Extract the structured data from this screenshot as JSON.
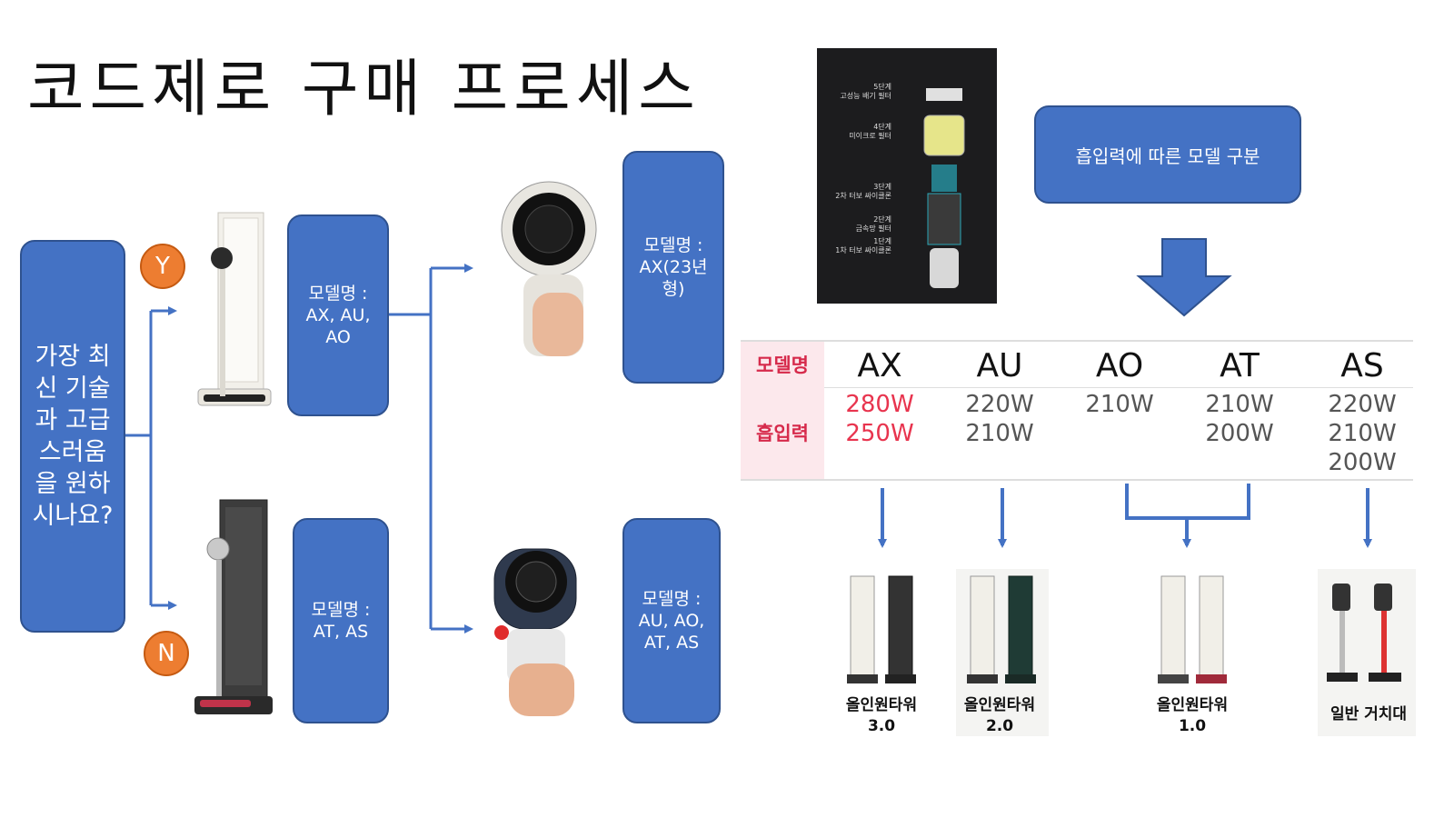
{
  "title": "코드제로 구매 프로세스",
  "question": "가장 최신 기술과 고급스러움을 원하시나요?",
  "yes_label": "Y",
  "no_label": "N",
  "model_boxes": {
    "yes_models": "모델명 : AX, AU, AO",
    "no_models": "모델명 : AT, AS",
    "premium_models": "모델명 : AX(23년형)",
    "standard_models": "모델명 : AU, AO, AT, AS"
  },
  "filter_panel": {
    "stages": [
      {
        "name": "5단계",
        "desc": "고성능 배기 필터"
      },
      {
        "name": "4단계",
        "desc": "미이크로 필터"
      },
      {
        "name": "3단계",
        "desc": "2차 터보 싸이클론"
      },
      {
        "name": "2단계",
        "desc": "금속망 필터"
      },
      {
        "name": "1단계",
        "desc": "1차 터보 싸이클론"
      }
    ]
  },
  "suction_box": "흡입력에 따른 모델 구분",
  "table": {
    "header_label": "모델명",
    "row_label": "흡입력",
    "columns": [
      {
        "model": "AX",
        "values": [
          "280W",
          "250W"
        ],
        "highlight": true
      },
      {
        "model": "AU",
        "values": [
          "220W",
          "210W"
        ],
        "highlight": false
      },
      {
        "model": "AO",
        "values": [
          "210W"
        ],
        "highlight": false
      },
      {
        "model": "AT",
        "values": [
          "210W",
          "200W"
        ],
        "highlight": false
      },
      {
        "model": "AS",
        "values": [
          "220W",
          "210W",
          "200W"
        ],
        "highlight": false
      }
    ]
  },
  "products": [
    {
      "line1": "올인원타워",
      "line2": "3.0"
    },
    {
      "line1": "올인원타워",
      "line2": "2.0"
    },
    {
      "line1": "올인원타워",
      "line2": "1.0"
    },
    {
      "line1": "일반 거치대",
      "line2": ""
    }
  ],
  "colors": {
    "box_fill": "#4472c4",
    "box_border": "#2f528f",
    "circle_fill": "#ed7d31",
    "highlight_red": "#e8344e",
    "table_label_bg": "#fce8ec"
  }
}
